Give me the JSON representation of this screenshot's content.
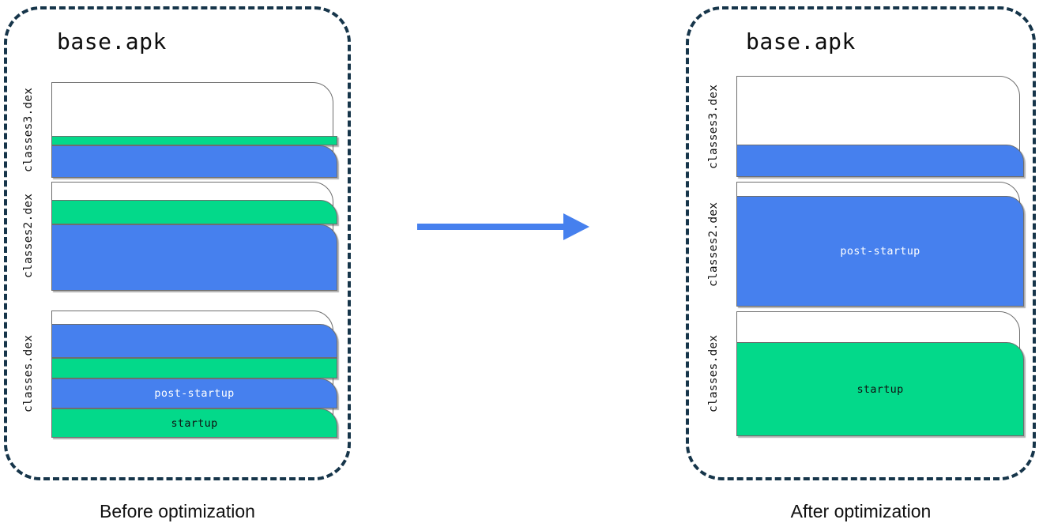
{
  "diagram": {
    "title": "base.apk dex layout before and after startup-profile optimization",
    "colors": {
      "startup": "#03d98a",
      "post_startup": "#4680ee",
      "unused": "#ffffff",
      "panel_border": "#16354a",
      "box_stroke": "#6e6e6e",
      "arrow": "#4680ee"
    }
  },
  "legend_terms": {
    "startup": "startup",
    "post_startup": "post-startup"
  },
  "arrow": {
    "name": "optimization-arrow",
    "direction": "right"
  },
  "panels": [
    {
      "id": "before",
      "apk_title": "base.apk",
      "caption": "Before optimization",
      "dex_files": [
        {
          "name": "classes3.dex",
          "label": "classes3.dex",
          "segments": [
            {
              "kind": "unused",
              "label": "",
              "height_pct": 57
            },
            {
              "kind": "startup",
              "label": "",
              "height_pct": 9
            },
            {
              "kind": "post-startup",
              "label": "",
              "height_pct": 34
            }
          ]
        },
        {
          "name": "classes2.dex",
          "label": "classes2.dex",
          "segments": [
            {
              "kind": "unused",
              "label": "",
              "height_pct": 16
            },
            {
              "kind": "startup",
              "label": "",
              "height_pct": 22
            },
            {
              "kind": "post-startup",
              "label": "",
              "height_pct": 62
            }
          ]
        },
        {
          "name": "classes.dex",
          "label": "classes.dex",
          "segments": [
            {
              "kind": "unused",
              "label": "",
              "height_pct": 10
            },
            {
              "kind": "post-startup",
              "label": "",
              "height_pct": 26
            },
            {
              "kind": "startup",
              "label": "",
              "height_pct": 16
            },
            {
              "kind": "post-startup",
              "label": "post-startup",
              "height_pct": 24
            },
            {
              "kind": "startup",
              "label": "startup",
              "height_pct": 24
            }
          ]
        }
      ]
    },
    {
      "id": "after",
      "apk_title": "base.apk",
      "caption": "After optimization",
      "dex_files": [
        {
          "name": "classes3.dex",
          "label": "classes3.dex",
          "segments": [
            {
              "kind": "unused",
              "label": "",
              "height_pct": 68
            },
            {
              "kind": "post-startup",
              "label": "",
              "height_pct": 32
            }
          ]
        },
        {
          "name": "classes2.dex",
          "label": "classes2.dex",
          "segments": [
            {
              "kind": "unused",
              "label": "",
              "height_pct": 11
            },
            {
              "kind": "post-startup",
              "label": "post-startup",
              "height_pct": 89
            }
          ]
        },
        {
          "name": "classes.dex",
          "label": "classes.dex",
          "segments": [
            {
              "kind": "unused",
              "label": "",
              "height_pct": 24
            },
            {
              "kind": "startup",
              "label": "startup",
              "height_pct": 76
            }
          ]
        }
      ]
    }
  ]
}
